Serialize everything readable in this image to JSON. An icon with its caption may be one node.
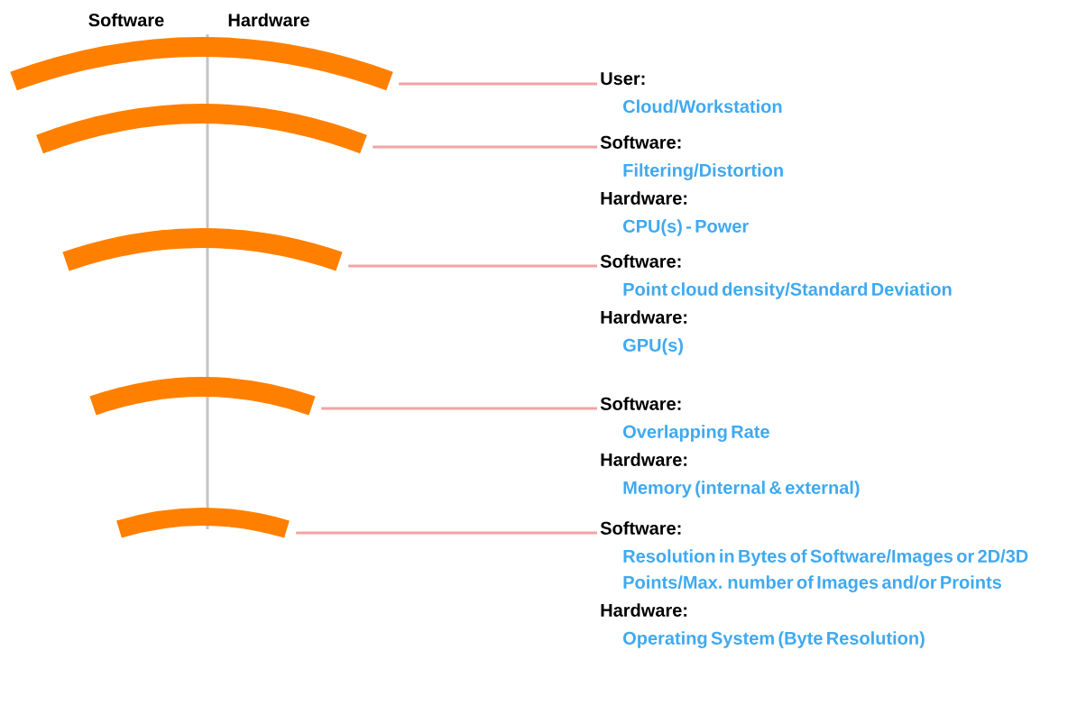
{
  "diagram": {
    "nodes": [
      {
        "text": [],
        "shape": "arc"
      },
      {
        "text": [],
        "shape": "arc"
      },
      {
        "text": [],
        "shape": "arc"
      },
      {
        "text": [],
        "shape": "arc"
      },
      {
        "text": [],
        "shape": "arc"
      },
      {
        "text": [
          "User:",
          "Cloud/Workstation"
        ]
      },
      {
        "text": [
          "Software:",
          "Filtering/Distortion",
          "Hardware:",
          "CPU(s) - Power"
        ]
      },
      {
        "text": [
          "Software:",
          "Point cloud density/Standard Deviation",
          "Hardware:",
          "GPU(s)"
        ]
      },
      {
        "text": [
          "Software:",
          "Overlapping Rate",
          "Hardware:",
          "Memory (internal & external)"
        ]
      },
      {
        "text": [
          "Software:",
          "Resolution in Bytes of Software/Images or 2D/3D Points/Max. number of Images and/or Proints",
          "Hardware:",
          "Operating System (Byte Resolution)"
        ]
      }
    ],
    "edges": [
      {
        "from": 5,
        "to": 0,
        "arrow": "none"
      },
      {
        "from": 6,
        "to": 1,
        "arrow": "none"
      },
      {
        "from": 7,
        "to": 2,
        "arrow": "none"
      },
      {
        "from": 8,
        "to": 3,
        "arrow": "none"
      },
      {
        "from": 9,
        "to": 4,
        "arrow": "none"
      }
    ],
    "labels": [
      "Software",
      "Hardware"
    ]
  }
}
